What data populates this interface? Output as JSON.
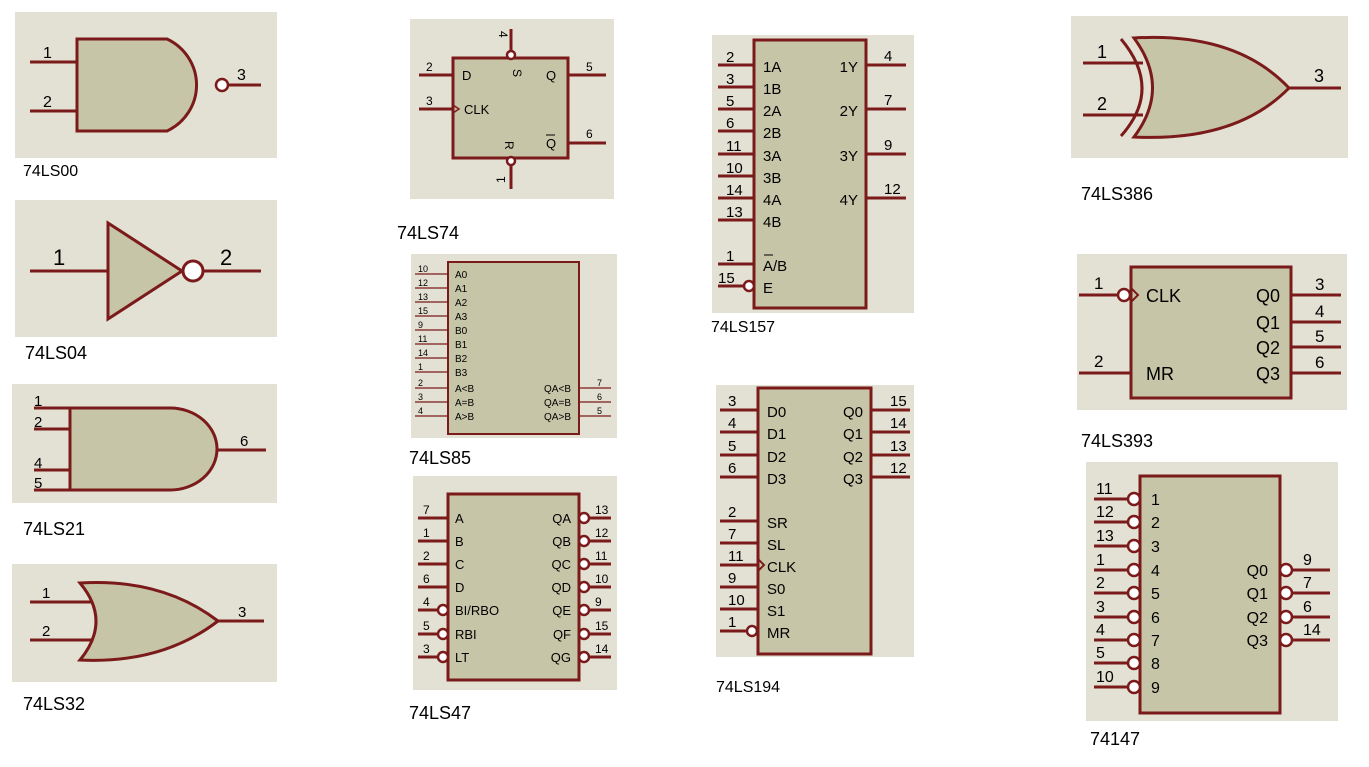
{
  "captions": {
    "ls00": "74LS00",
    "ls04": "74LS04",
    "ls21": "74LS21",
    "ls32": "74LS32",
    "ls74": "74LS74",
    "ls85": "74LS85",
    "ls47": "74LS47",
    "ls157": "74LS157",
    "ls194": "74LS194",
    "ls386": "74LS386",
    "ls393": "74LS393",
    "c74147": "74147"
  },
  "ls00": {
    "pins": [
      "1",
      "2",
      "3"
    ]
  },
  "ls04": {
    "pins": [
      "1",
      "2"
    ]
  },
  "ls21": {
    "pins": [
      "1",
      "2",
      "4",
      "5",
      "6"
    ]
  },
  "ls32": {
    "pins": [
      "1",
      "2",
      "3"
    ]
  },
  "ls386": {
    "pins": [
      "1",
      "2",
      "3"
    ]
  },
  "ls74": {
    "pins": {
      "D": "2",
      "CLK": "3",
      "Q": "5",
      "QB": "6",
      "S": "4",
      "R": "1"
    },
    "labels": {
      "D": "D",
      "CLK": "CLK",
      "Q": "Q",
      "QB": "Q",
      "S": "S",
      "R": "R"
    }
  },
  "ls85": {
    "left": [
      {
        "pin": "10",
        "label": "A0"
      },
      {
        "pin": "12",
        "label": "A1"
      },
      {
        "pin": "13",
        "label": "A2"
      },
      {
        "pin": "15",
        "label": "A3"
      },
      {
        "pin": "9",
        "label": "B0"
      },
      {
        "pin": "11",
        "label": "B1"
      },
      {
        "pin": "14",
        "label": "B2"
      },
      {
        "pin": "1",
        "label": "B3"
      },
      {
        "pin": "2",
        "label": "A<B"
      },
      {
        "pin": "3",
        "label": "A=B"
      },
      {
        "pin": "4",
        "label": "A>B"
      }
    ],
    "right": [
      {
        "pin": "7",
        "label": "QA<B"
      },
      {
        "pin": "6",
        "label": "QA=B"
      },
      {
        "pin": "5",
        "label": "QA>B"
      }
    ]
  },
  "ls47": {
    "left": [
      {
        "pin": "7",
        "label": "A"
      },
      {
        "pin": "1",
        "label": "B"
      },
      {
        "pin": "2",
        "label": "C"
      },
      {
        "pin": "6",
        "label": "D"
      },
      {
        "pin": "4",
        "label": "BI/RBO"
      },
      {
        "pin": "5",
        "label": "RBI"
      },
      {
        "pin": "3",
        "label": "LT"
      }
    ],
    "right": [
      {
        "pin": "13",
        "label": "QA"
      },
      {
        "pin": "12",
        "label": "QB"
      },
      {
        "pin": "11",
        "label": "QC"
      },
      {
        "pin": "10",
        "label": "QD"
      },
      {
        "pin": "9",
        "label": "QE"
      },
      {
        "pin": "15",
        "label": "QF"
      },
      {
        "pin": "14",
        "label": "QG"
      }
    ]
  },
  "ls157": {
    "left": [
      {
        "pin": "2",
        "label": "1A"
      },
      {
        "pin": "3",
        "label": "1B"
      },
      {
        "pin": "5",
        "label": "2A"
      },
      {
        "pin": "6",
        "label": "2B"
      },
      {
        "pin": "11",
        "label": "3A"
      },
      {
        "pin": "10",
        "label": "3B"
      },
      {
        "pin": "14",
        "label": "4A"
      },
      {
        "pin": "13",
        "label": "4B"
      }
    ],
    "sel": {
      "pin": "1",
      "label_bar": "A",
      "label_rest": "/B"
    },
    "en": {
      "pin": "15",
      "label": "E"
    },
    "right": [
      {
        "pin": "4",
        "label": "1Y"
      },
      {
        "pin": "7",
        "label": "2Y"
      },
      {
        "pin": "9",
        "label": "3Y"
      },
      {
        "pin": "12",
        "label": "4Y"
      }
    ]
  },
  "ls194": {
    "left_top": [
      {
        "pin": "3",
        "label": "D0"
      },
      {
        "pin": "4",
        "label": "D1"
      },
      {
        "pin": "5",
        "label": "D2"
      },
      {
        "pin": "6",
        "label": "D3"
      }
    ],
    "left_bottom": [
      {
        "pin": "2",
        "label": "SR"
      },
      {
        "pin": "7",
        "label": "SL"
      },
      {
        "pin": "11",
        "label": "CLK"
      },
      {
        "pin": "9",
        "label": "S0"
      },
      {
        "pin": "10",
        "label": "S1"
      },
      {
        "pin": "1",
        "label": "MR"
      }
    ],
    "right": [
      {
        "pin": "15",
        "label": "Q0"
      },
      {
        "pin": "14",
        "label": "Q1"
      },
      {
        "pin": "13",
        "label": "Q2"
      },
      {
        "pin": "12",
        "label": "Q3"
      }
    ]
  },
  "ls393": {
    "clk": {
      "pin": "1",
      "label": "CLK"
    },
    "mr": {
      "pin": "2",
      "label": "MR"
    },
    "right": [
      {
        "pin": "3",
        "label": "Q0"
      },
      {
        "pin": "4",
        "label": "Q1"
      },
      {
        "pin": "5",
        "label": "Q2"
      },
      {
        "pin": "6",
        "label": "Q3"
      }
    ]
  },
  "c74147": {
    "left": [
      {
        "pin": "11",
        "label": "1"
      },
      {
        "pin": "12",
        "label": "2"
      },
      {
        "pin": "13",
        "label": "3"
      },
      {
        "pin": "1",
        "label": "4"
      },
      {
        "pin": "2",
        "label": "5"
      },
      {
        "pin": "3",
        "label": "6"
      },
      {
        "pin": "4",
        "label": "7"
      },
      {
        "pin": "5",
        "label": "8"
      },
      {
        "pin": "10",
        "label": "9"
      }
    ],
    "right": [
      {
        "pin": "9",
        "label": "Q0"
      },
      {
        "pin": "7",
        "label": "Q1"
      },
      {
        "pin": "6",
        "label": "Q2"
      },
      {
        "pin": "14",
        "label": "Q3"
      }
    ]
  },
  "colors": {
    "outline": "#7b1a1a",
    "body": "#c7c5a7",
    "background": "#e3e1d3"
  }
}
